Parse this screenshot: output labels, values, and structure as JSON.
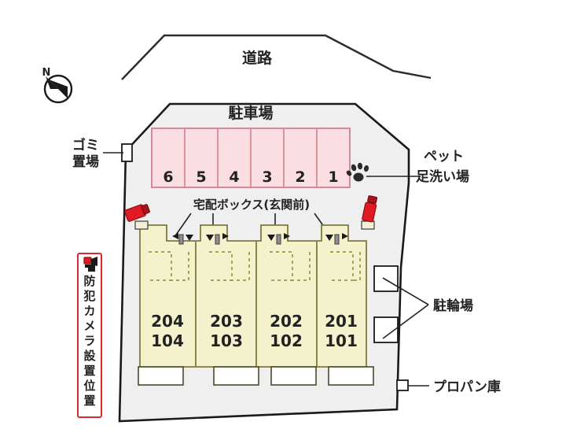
{
  "plan": {
    "title": "apartment-site-plan",
    "road_label": "道路",
    "parking_label": "駐車場",
    "parking_stalls": [
      "6",
      "5",
      "4",
      "3",
      "2",
      "1"
    ],
    "delivery_box_label": "宅配ボックス(玄関前)",
    "garbage_label_line1": "ゴミ",
    "garbage_label_line2": "置場",
    "pet_label_line1": "ペット",
    "pet_label_line2": "足洗い場",
    "bicycle_label": "駐輪場",
    "propane_label": "プロパン庫",
    "camera_vertical_label": "防犯カメラ設置位置",
    "compass_north": "N",
    "units": [
      {
        "upper": "204",
        "lower": "104"
      },
      {
        "upper": "203",
        "lower": "103"
      },
      {
        "upper": "202",
        "lower": "102"
      },
      {
        "upper": "201",
        "lower": "101"
      }
    ],
    "icons": {
      "compass": "compass-north-icon",
      "paw": "paw-print-icon",
      "camera": "security-camera-icon",
      "delivery_box": "delivery-box-icon"
    },
    "colors": {
      "parking_fill": "#fbdde4",
      "parking_stroke": "#d4898f",
      "building_fill": "#f4f1cd",
      "building_stroke": "#7e7a3c",
      "site_fill": "#efefef",
      "site_stroke": "#1a1a1a",
      "camera_red": "#e01b24",
      "badge_border": "#d92b2b"
    }
  }
}
